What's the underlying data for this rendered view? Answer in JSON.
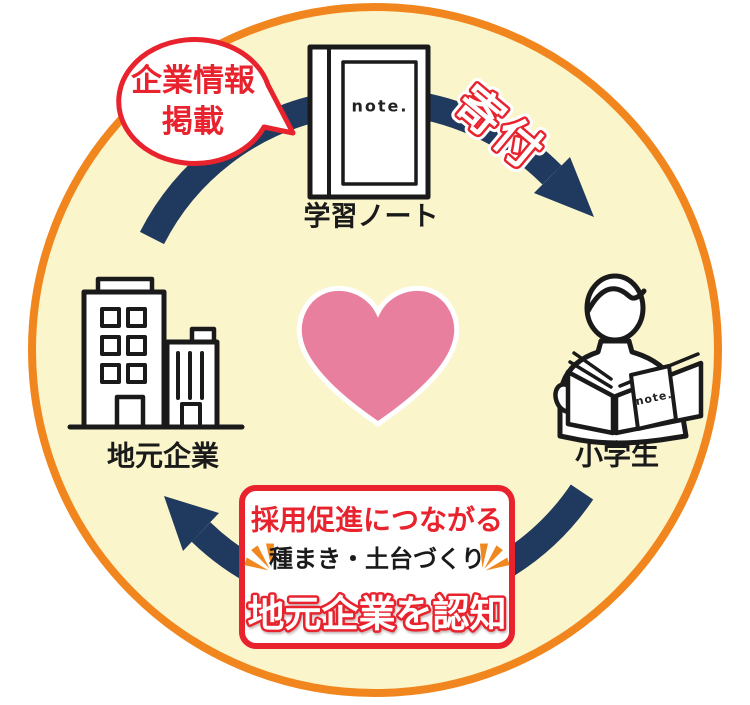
{
  "cycle": {
    "colors": {
      "circle_fill": "#fbf5cc",
      "circle_border": "#f0861d",
      "arrow_navy": "#1f3a5e",
      "accent_red": "#e8232d",
      "heart_pink": "#e87f9f",
      "spark_orange": "#f0881f",
      "icon_black": "#1a1a1a"
    },
    "top_node": {
      "label": "学習ノート",
      "book_cover_text": "note."
    },
    "right_node": {
      "label": "小学生",
      "book_cover_text": "note."
    },
    "left_node": {
      "label": "地元企業"
    },
    "top_arrow": {
      "label": "寄付"
    },
    "left_bubble": {
      "line1": "企業情報",
      "line2": "掲載"
    },
    "bottom_callout": {
      "heading": "採用促進につながる",
      "subheading": "種まき・土台づくり",
      "emphasis": "地元企業を認知"
    }
  }
}
